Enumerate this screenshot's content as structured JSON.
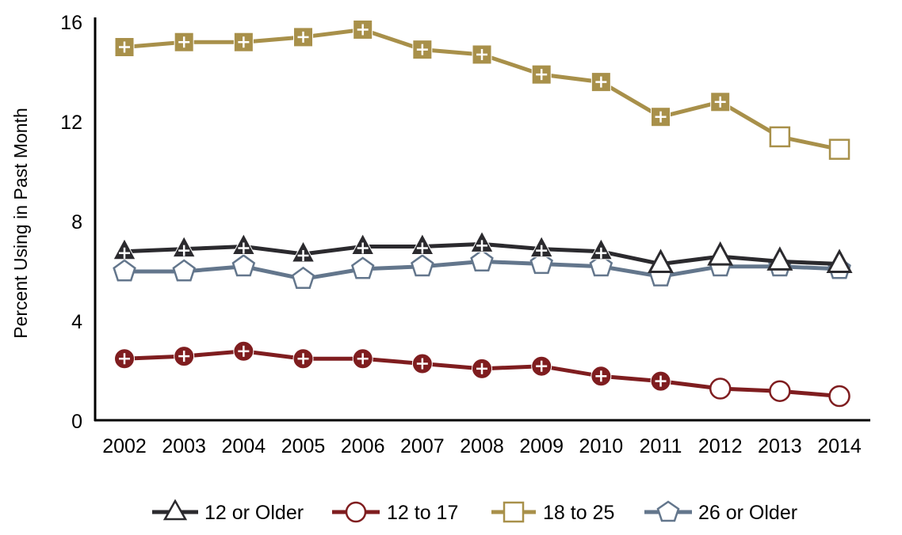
{
  "chart_data": {
    "type": "line",
    "title": "",
    "xlabel": "",
    "ylabel": "Percent Using in Past Month",
    "ylim": [
      0,
      16
    ],
    "yticks": [
      0,
      4,
      8,
      12,
      16
    ],
    "grid": false,
    "legend_position": "bottom",
    "x": [
      "2002",
      "2003",
      "2004",
      "2005",
      "2006",
      "2007",
      "2008",
      "2009",
      "2010",
      "2011",
      "2012",
      "2013",
      "2014"
    ],
    "series": [
      {
        "name": "12 or Older",
        "color": "#2b2a2e",
        "marker": "triangle",
        "values": [
          6.8,
          6.9,
          7.0,
          6.7,
          7.0,
          7.0,
          7.1,
          6.9,
          6.8,
          6.3,
          6.6,
          6.4,
          6.3
        ],
        "significant": [
          true,
          true,
          true,
          true,
          true,
          true,
          true,
          true,
          true,
          false,
          false,
          false,
          false
        ]
      },
      {
        "name": "12 to 17",
        "color": "#7f1d1f",
        "marker": "circle",
        "values": [
          2.5,
          2.6,
          2.8,
          2.5,
          2.5,
          2.3,
          2.1,
          2.2,
          1.8,
          1.6,
          1.3,
          1.2,
          1.0
        ],
        "significant": [
          true,
          true,
          true,
          true,
          true,
          true,
          true,
          true,
          true,
          true,
          false,
          false,
          false
        ]
      },
      {
        "name": "18 to 25",
        "color": "#a8904a",
        "marker": "square",
        "values": [
          15.0,
          15.2,
          15.2,
          15.4,
          15.7,
          14.9,
          14.7,
          13.9,
          13.6,
          12.2,
          12.8,
          11.4,
          10.9
        ],
        "significant": [
          true,
          true,
          true,
          true,
          true,
          true,
          true,
          true,
          true,
          true,
          true,
          false,
          false
        ]
      },
      {
        "name": "26 or Older",
        "color": "#63768c",
        "marker": "pentagon",
        "values": [
          6.0,
          6.0,
          6.2,
          5.7,
          6.1,
          6.2,
          6.4,
          6.3,
          6.2,
          5.8,
          6.2,
          6.2,
          6.1
        ],
        "significant": [
          false,
          false,
          false,
          false,
          false,
          false,
          false,
          false,
          false,
          false,
          false,
          false,
          false
        ]
      }
    ]
  },
  "legend": {
    "items": [
      {
        "label": "12 or Older"
      },
      {
        "label": "12 to 17"
      },
      {
        "label": "18 to 25"
      },
      {
        "label": "26 or Older"
      }
    ]
  },
  "axes": {
    "y_title": "Percent Using in Past Month"
  }
}
